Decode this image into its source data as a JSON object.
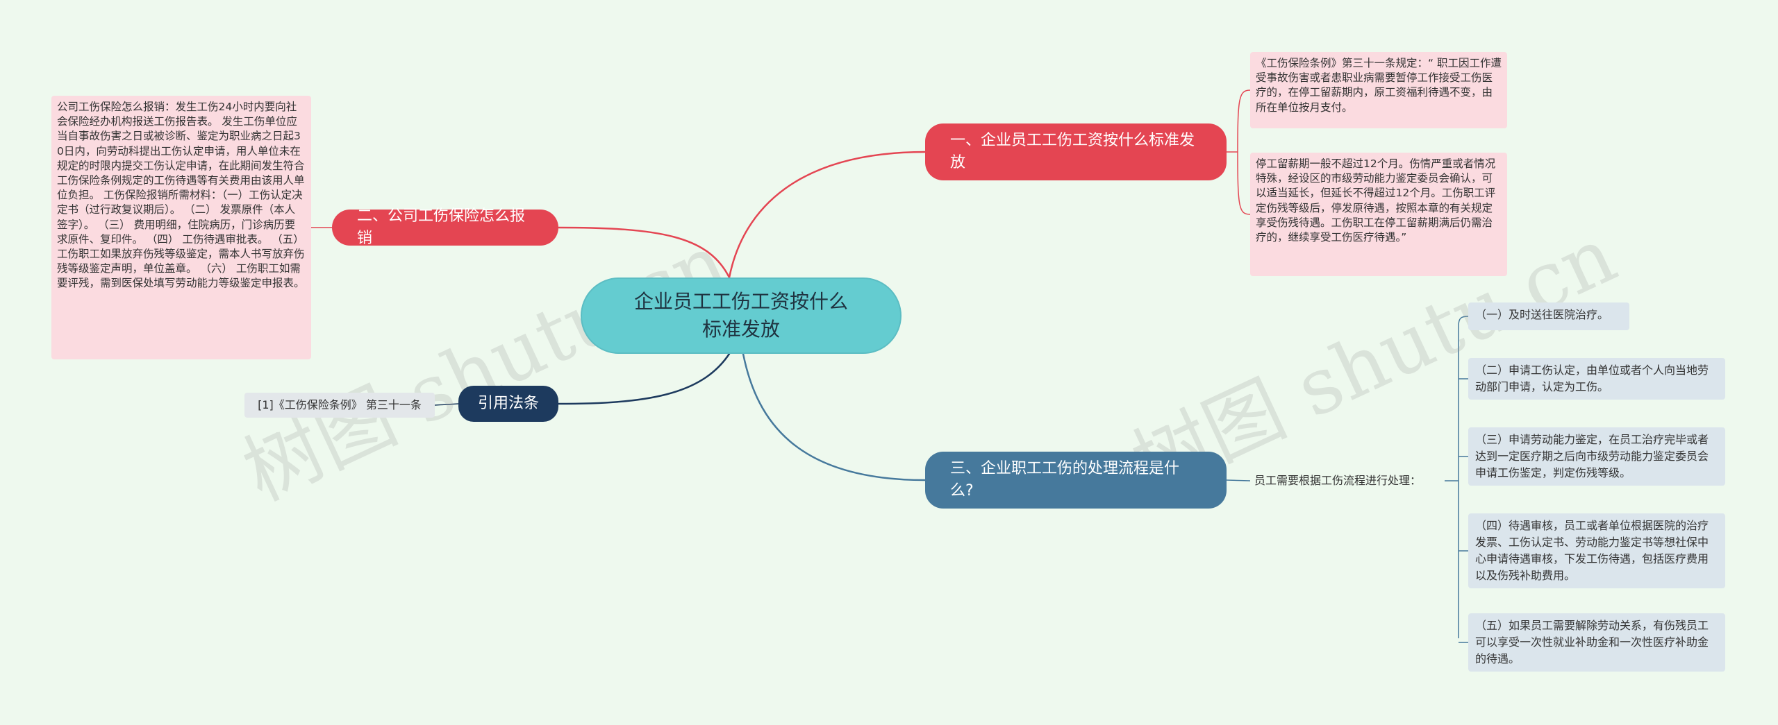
{
  "center": "企业员工工伤工资按什么标准发放",
  "branches": {
    "b1": "一、企业员工工伤工资按什么标准发放",
    "b2": "二、公司工伤保险怎么报销",
    "b3": "三、企业职工工伤的处理流程是什么?",
    "b4": "引用法条"
  },
  "notes": {
    "baoxiao": "公司工伤保险怎么报销：发生工伤24小时内要向社会保险经办机构报送工伤报告表。 发生工伤单位应当自事故伤害之日或被诊断、鉴定为职业病之日起30日内，向劳动科提出工伤认定申请，用人单位未在规定的时限内提交工伤认定申请，在此期间发生符合工伤保险条例规定的工伤待遇等有关费用由该用人单位负担。 工伤保险报销所需材料：（一）工伤认定决定书（过行政复议期后）。 （二） 发票原件（本人签字）。 （三） 费用明细，住院病历，门诊病历要求原件、复印件。 （四） 工伤待遇审批表。 （五） 工伤职工如果放弃伤残等级鉴定，需本人书写放弃伤残等级鉴定声明，单位盖章。 （六） 工伤职工如需要评残，需到医保处填写劳动能力等级鉴定申报表。",
    "tiaoli": "《工伤保险条例》第三十一条规定：“ 职工因工作遭受事故伤害或者患职业病需要暂停工作接受工伤医疗的，在停工留薪期内，原工资福利待遇不变，由所在单位按月支付。",
    "tinggong": "停工留薪期一般不超过12个月。伤情严重或者情况特殊，经设区的市级劳动能力鉴定委员会确认，可以适当延长，但延长不得超过12个月。工伤职工评定伤残等级后，停发原待遇，按照本章的有关规定享受伤残待遇。工伤职工在停工留薪期满后仍需治疗的，继续享受工伤医疗待遇。”"
  },
  "reference": "[1]《工伤保险条例》 第三十一条",
  "process": {
    "intro": "员工需要根据工伤流程进行处理：",
    "steps": [
      "（一）及时送往医院治疗。",
      "（二）申请工伤认定，由单位或者个人向当地劳动部门申请，认定为工伤。",
      "（三）申请劳动能力鉴定，在员工治疗完毕或者达到一定医疗期之后向市级劳动能力鉴定委员会申请工伤鉴定，判定伤残等级。",
      "（四）待遇审核，员工或者单位根据医院的治疗发票、工伤认定书、劳动能力鉴定书等想社保中心申请待遇审核，下发工伤待遇，包括医疗费用以及伤残补助费用。",
      "（五）如果员工需要解除劳动关系，有伤残员工可以享受一次性就业补助金和一次性医疗补助金的待遇。"
    ]
  },
  "watermark": "树图 shutu.cn",
  "colors": {
    "center": "#64ccd0",
    "red_branch": "#e44552",
    "blue_branch": "#46799c",
    "navy_branch": "#1d3a5e",
    "red_note": "#fbdbe0",
    "blue_note": "#dbe5ec",
    "background": "#eef9ee"
  }
}
